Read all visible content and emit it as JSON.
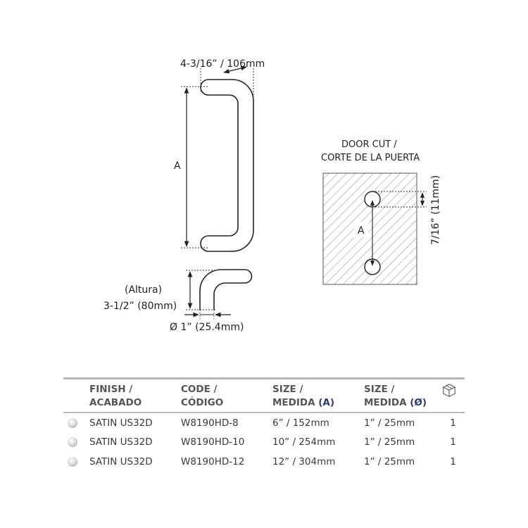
{
  "diagram": {
    "top_width_label": "4-3/16” / 106mm",
    "side_length_label": "A",
    "height_label_line1": "(Altura)",
    "height_label_line2": "3-1/2” (80mm)",
    "diameter_label": "Ø 1” (25.4mm)",
    "door_cut_title_line1": "DOOR CUT  /",
    "door_cut_title_line2": "CORTE DE LA PUERTA",
    "door_cut_a_label": "A",
    "door_cut_hole_label": "7/16” (11mm)"
  },
  "table": {
    "headers": {
      "finish": [
        "FINISH /",
        "ACABADO"
      ],
      "code": [
        "CODE /",
        "CÓDIGO"
      ],
      "size_a": [
        "SIZE /",
        "MEDIDA",
        "(A)"
      ],
      "size_d": [
        "SIZE /",
        "MEDIDA",
        "(Ø)"
      ],
      "qty_icon": "box-icon"
    },
    "rows": [
      {
        "finish": "SATIN US32D",
        "code": "W8190HD-8",
        "size_a": "6” / 152mm",
        "size_d": "1” / 25mm",
        "qty": "1"
      },
      {
        "finish": "SATIN US32D",
        "code": "W8190HD-10",
        "size_a": "10” / 254mm",
        "size_d": "1” / 25mm",
        "qty": "1"
      },
      {
        "finish": "SATIN US32D",
        "code": "W8190HD-12",
        "size_a": "12” / 304mm",
        "size_d": "1” / 25mm",
        "qty": "1"
      }
    ],
    "colors": {
      "accent": "#2b3a78",
      "rule": "#b9b9b9"
    }
  }
}
